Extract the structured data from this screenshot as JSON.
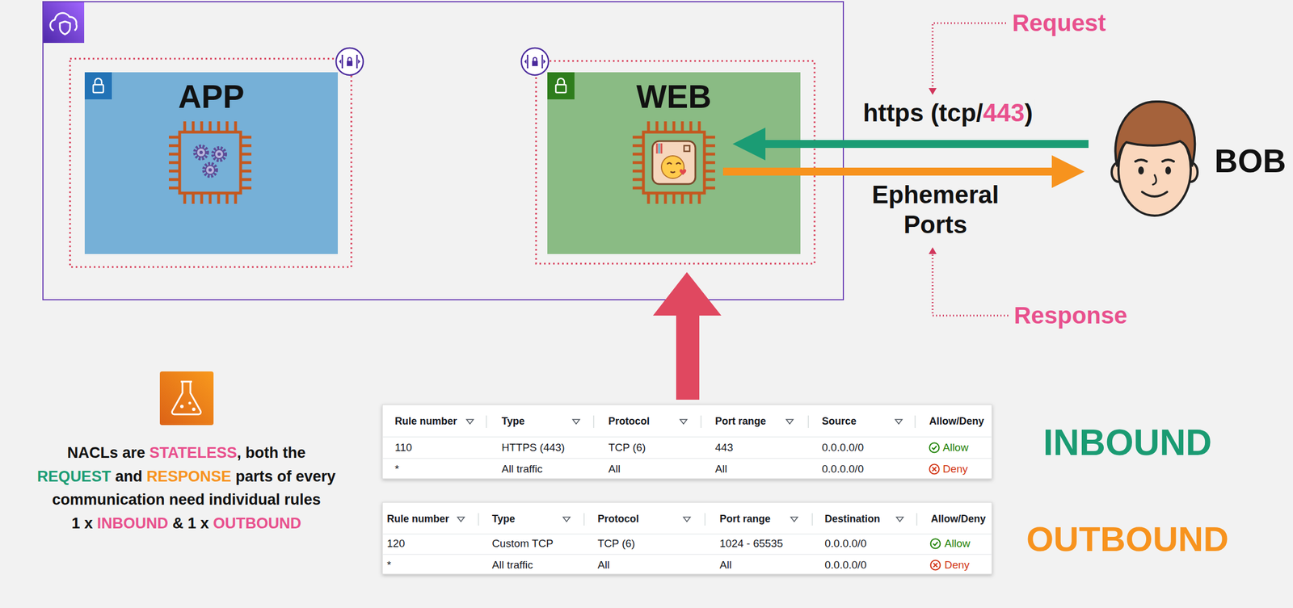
{
  "diagram": {
    "nodes": [
      {
        "text": [
          "APP"
        ]
      },
      {
        "text": [
          "WEB"
        ]
      },
      {
        "text": [
          "BOB"
        ]
      }
    ],
    "edges": [
      {
        "from": 2,
        "to": 1,
        "arrow": "to",
        "label": "https (tcp/443)"
      },
      {
        "from": 1,
        "to": 2,
        "arrow": "to",
        "label": "Ephemeral Ports"
      }
    ],
    "labels": [
      "Request",
      "Response",
      "Rule number",
      "Type",
      "Protocol",
      "Port range",
      "Source",
      "Allow/Deny",
      "110",
      "HTTPS (443)",
      "TCP (6)",
      "443",
      "0.0.0.0/0",
      "Allow",
      "*",
      "All traffic",
      "All",
      "All",
      "0.0.0.0/0",
      "Deny",
      "Rule number",
      "Type",
      "Protocol",
      "Port range",
      "Destination",
      "Allow/Deny",
      "120",
      "Custom TCP",
      "TCP (6)",
      "1024 - 65535",
      "0.0.0.0/0",
      "Allow",
      "*",
      "All traffic",
      "All",
      "All",
      "0.0.0.0/0",
      "Deny",
      "INBOUND",
      "OUTBOUND",
      "NACLs are STATELESS, both the REQUEST and RESPONSE parts of every communication need individual rules 1 x INBOUND & 1 x OUTBOUND"
    ]
  }
}
